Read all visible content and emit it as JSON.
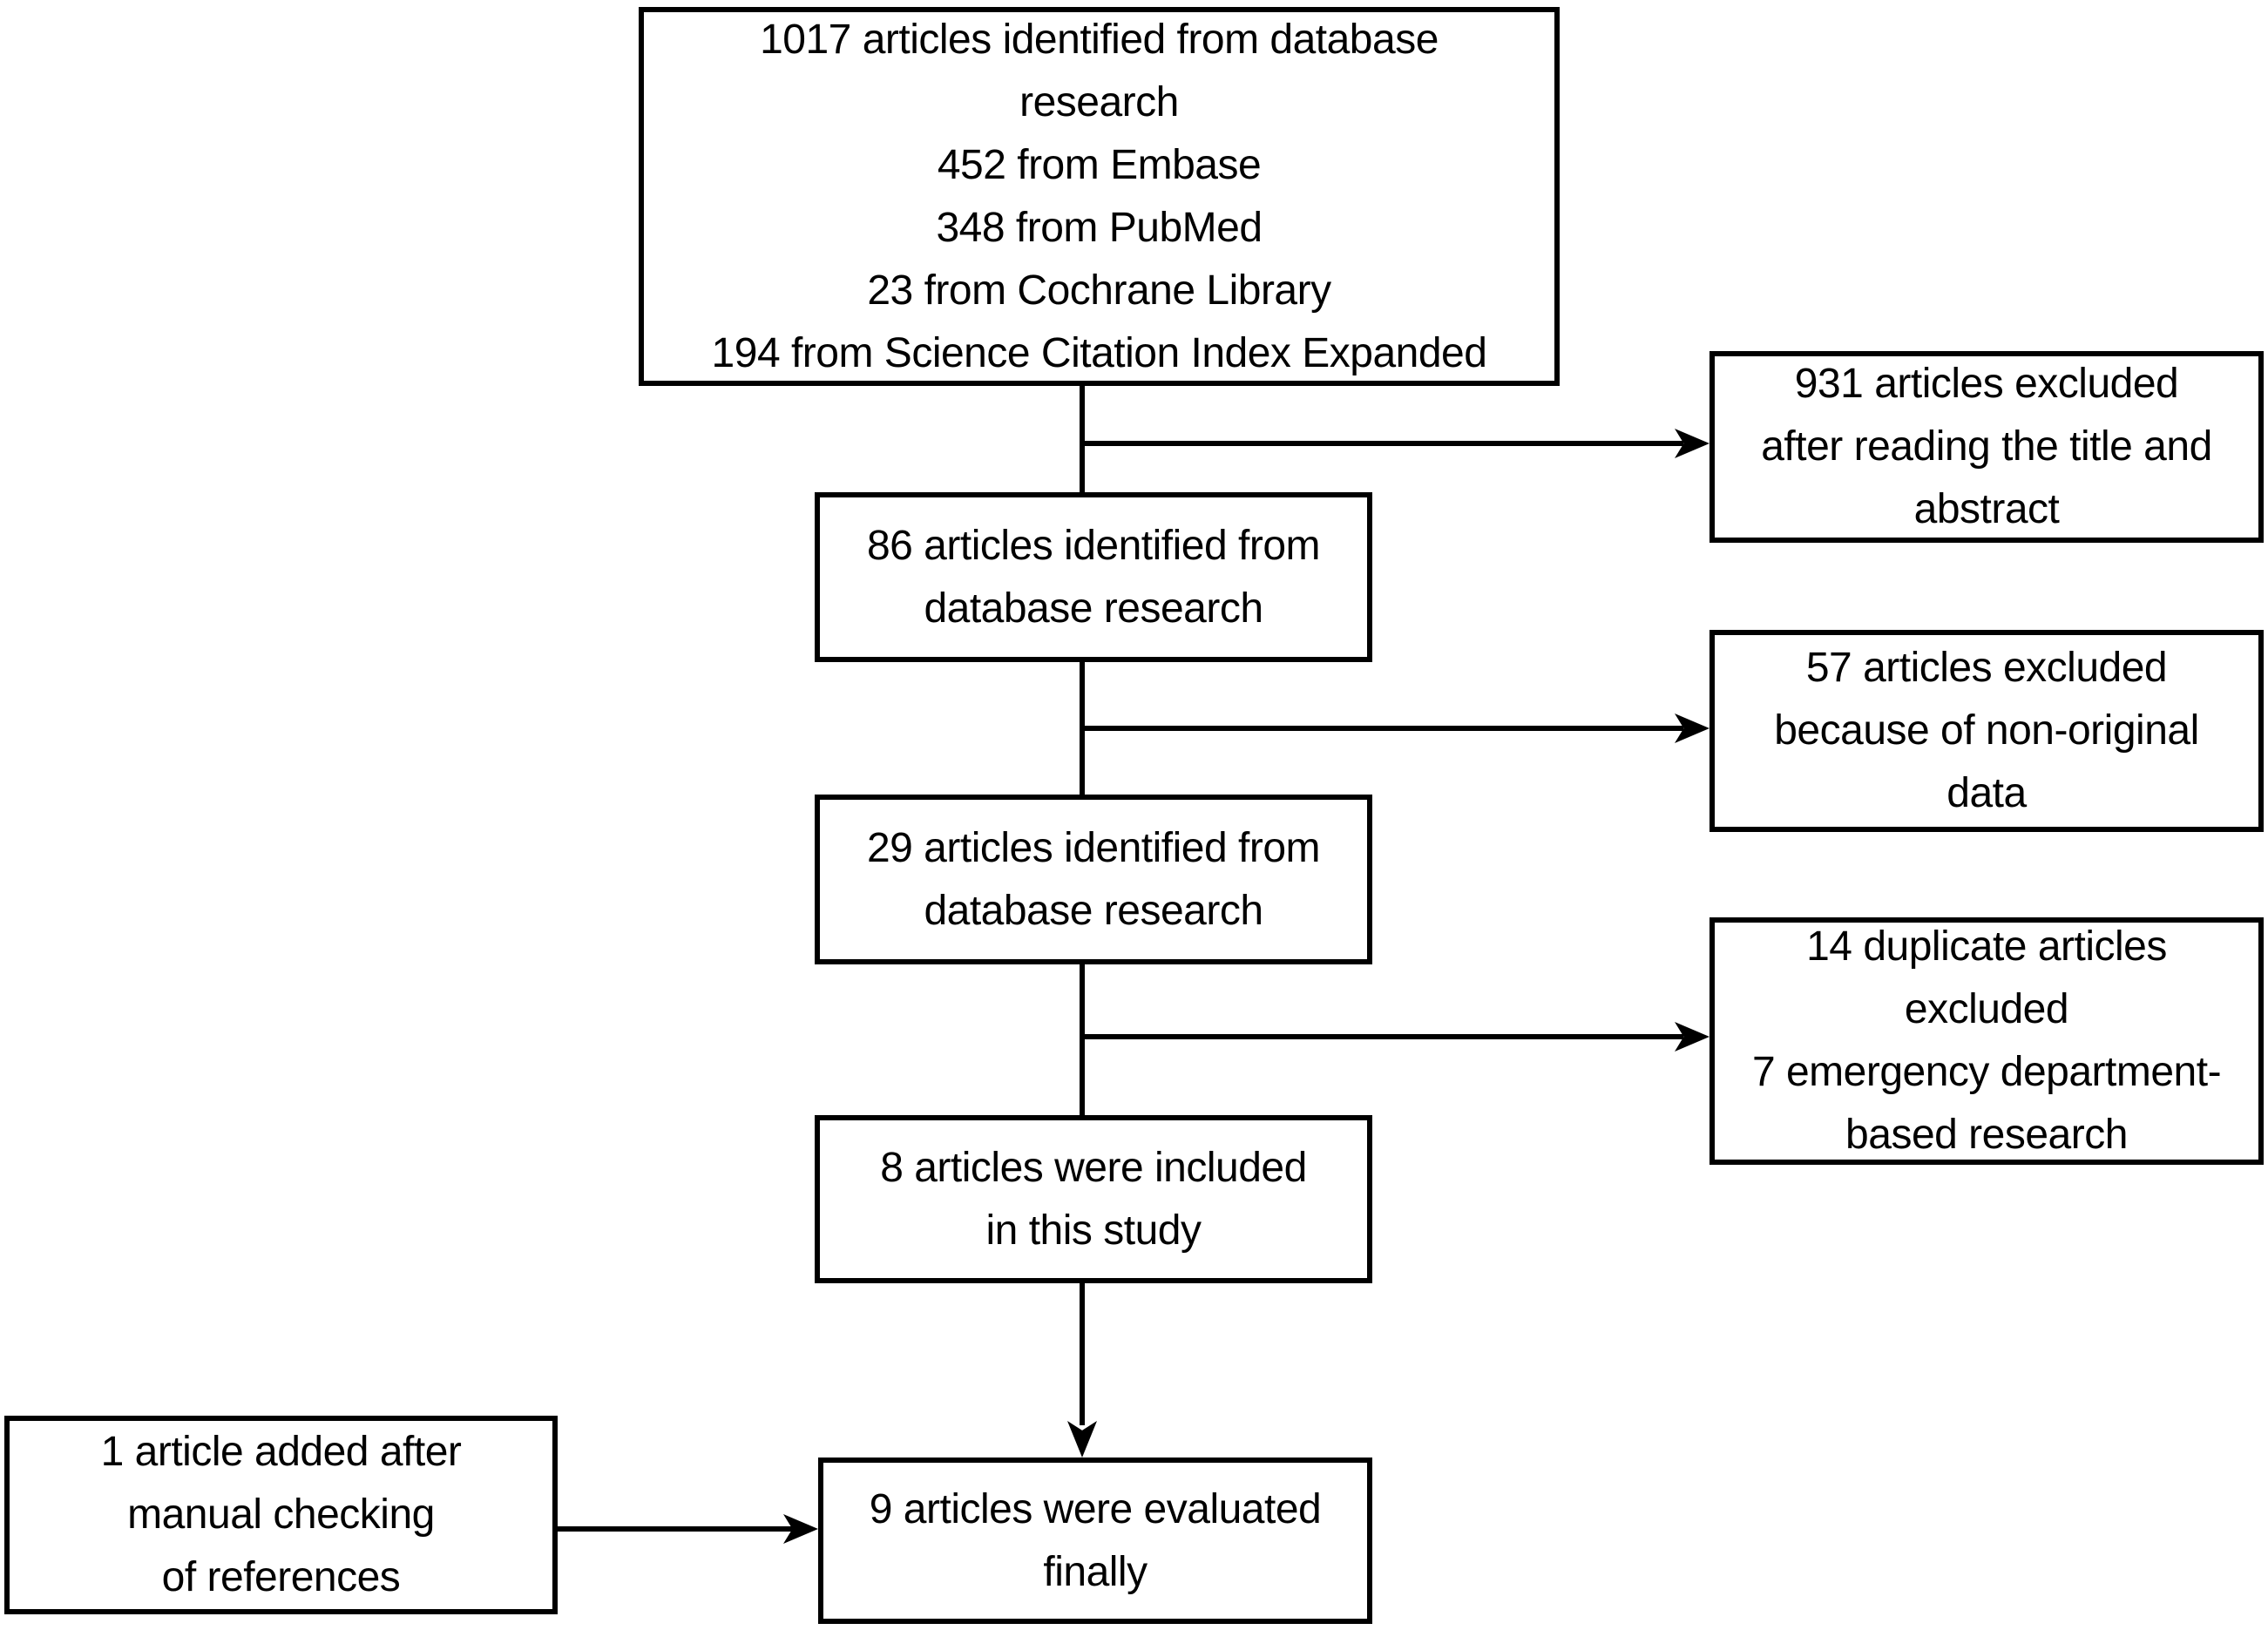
{
  "colors": {
    "ink": "#000000",
    "paper": "#ffffff"
  },
  "boxes": {
    "identified_total": {
      "text": "1017 articles identified from database\nresearch\n452 from Embase\n348 from PubMed\n23 from Cochrane Library\n194 from Science Citation Index Expanded"
    },
    "excluded_title_abstract": {
      "text": "931 articles excluded\nafter reading the title and\nabstract"
    },
    "identified_86": {
      "text": "86 articles identified from\ndatabase research"
    },
    "excluded_non_original": {
      "text": "57 articles excluded\nbecause of non-original\ndata"
    },
    "identified_29": {
      "text": "29 articles identified from\ndatabase research"
    },
    "excluded_duplicate_ed": {
      "text": "14 duplicate articles\nexcluded\n7 emergency department-\nbased research"
    },
    "included_8": {
      "text": "8 articles were included\nin this study"
    },
    "added_manual_check": {
      "text": "1 article added after\nmanual checking\nof references"
    },
    "evaluated_9": {
      "text": "9 articles were evaluated\nfinally"
    }
  }
}
